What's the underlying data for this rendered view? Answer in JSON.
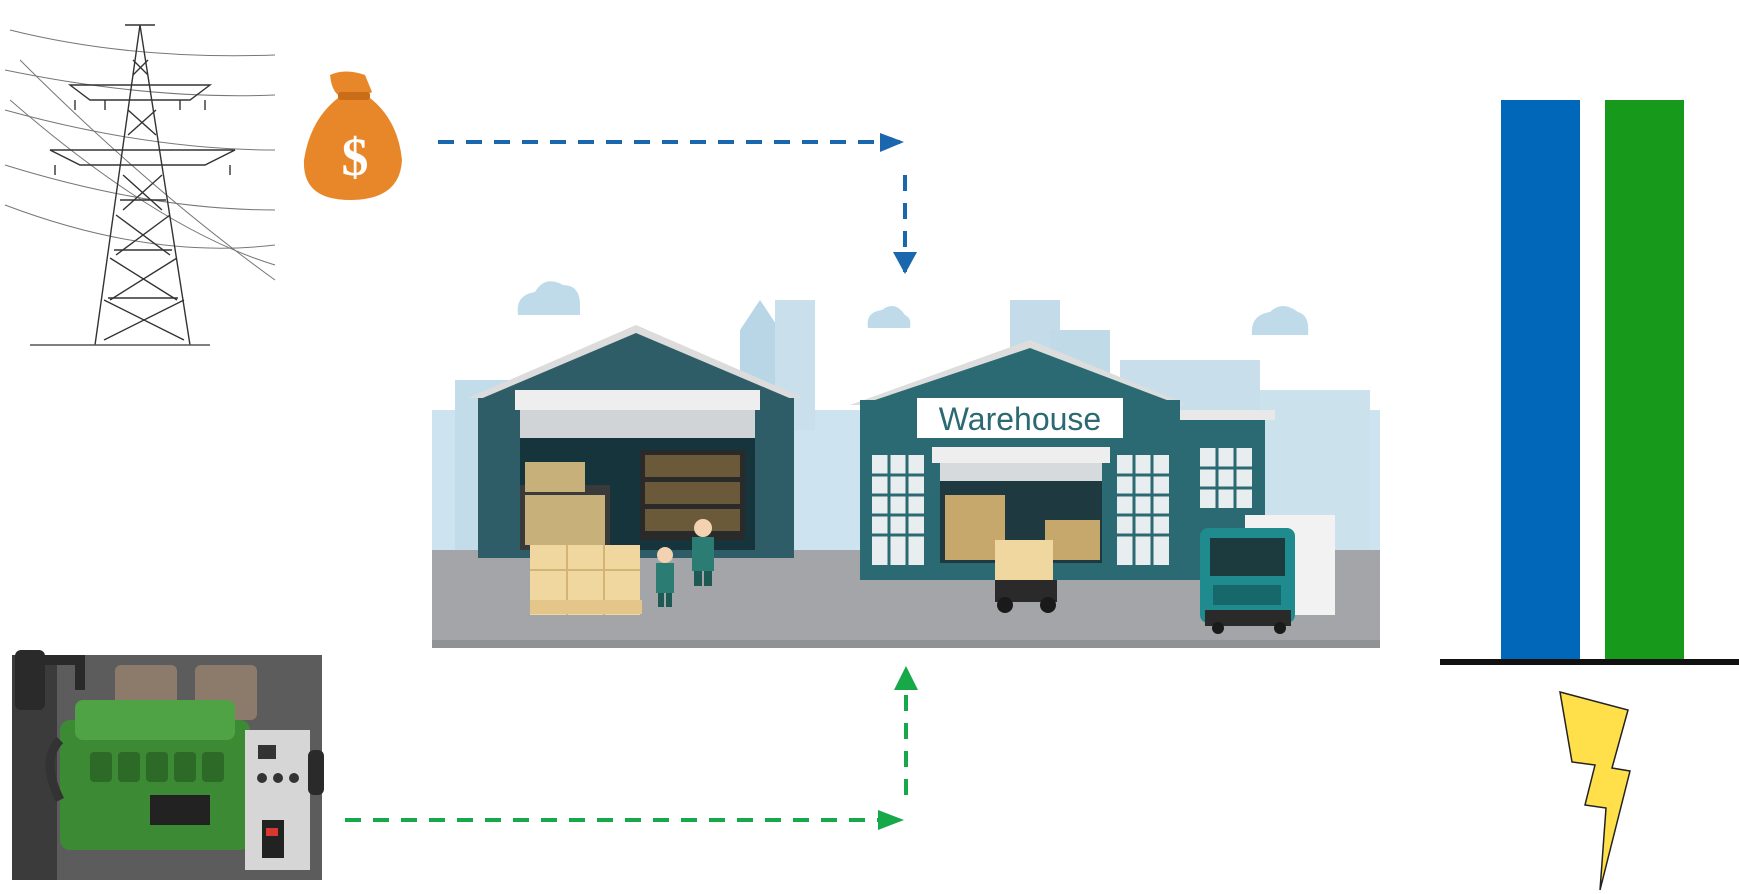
{
  "warehouse": {
    "sign_label": "Warehouse"
  },
  "money": {
    "symbol": "$"
  },
  "chart_data": {
    "type": "bar",
    "categories": [
      "",
      ""
    ],
    "values": [
      1,
      1
    ],
    "colors": [
      "#0167b8",
      "#179a1c"
    ],
    "title": "",
    "xlabel": "",
    "ylabel": ""
  },
  "colors": {
    "grid_flow": "#1a67ad",
    "generator_flow": "#17a84a",
    "warehouse_teal": "#2b6a72",
    "lightning": "#ffe04a",
    "money_bag": "#e8872a"
  },
  "icons": {
    "tower": "power-transmission-tower-icon",
    "money": "money-bag-icon",
    "generator": "diesel-generator-icon",
    "warehouse": "warehouse-icon",
    "lightning": "lightning-bolt-icon"
  }
}
